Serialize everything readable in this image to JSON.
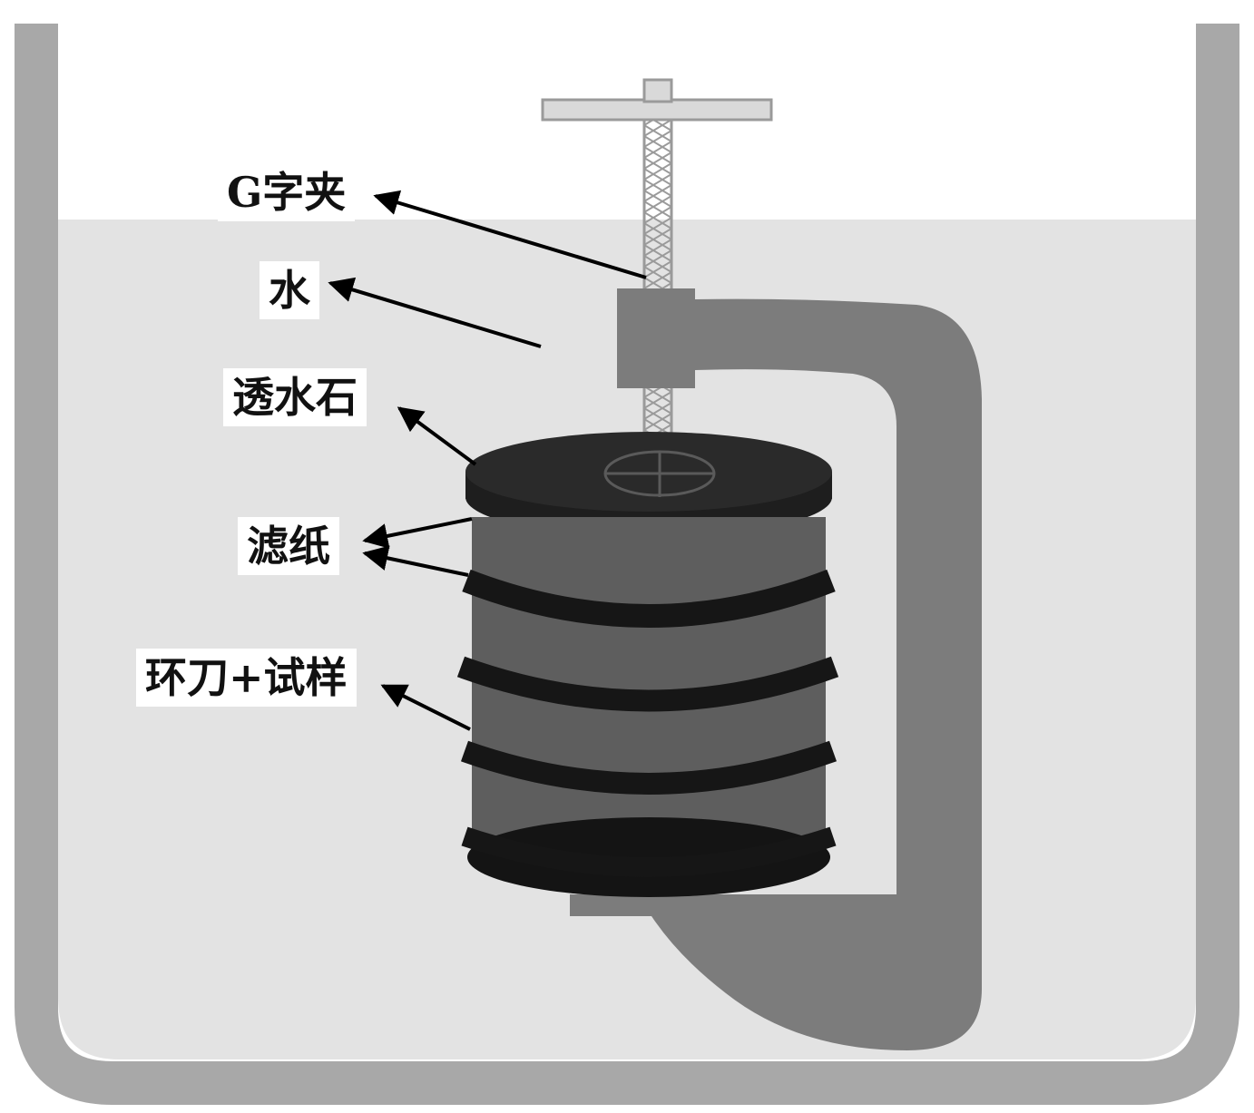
{
  "labels": {
    "g_clamp": "G字夹",
    "water": "水",
    "permeable_stone": "透水石",
    "filter_paper": "滤纸",
    "ring_sample": "环刀+试样"
  },
  "colors": {
    "container_wall": "#a8a8a8",
    "water": "#e3e3e3",
    "clamp": "#7c7c7c",
    "stone": "#262626",
    "sample_body": "#5e5e5e",
    "ring": "#1a1a1a",
    "arrow": "#000000"
  }
}
